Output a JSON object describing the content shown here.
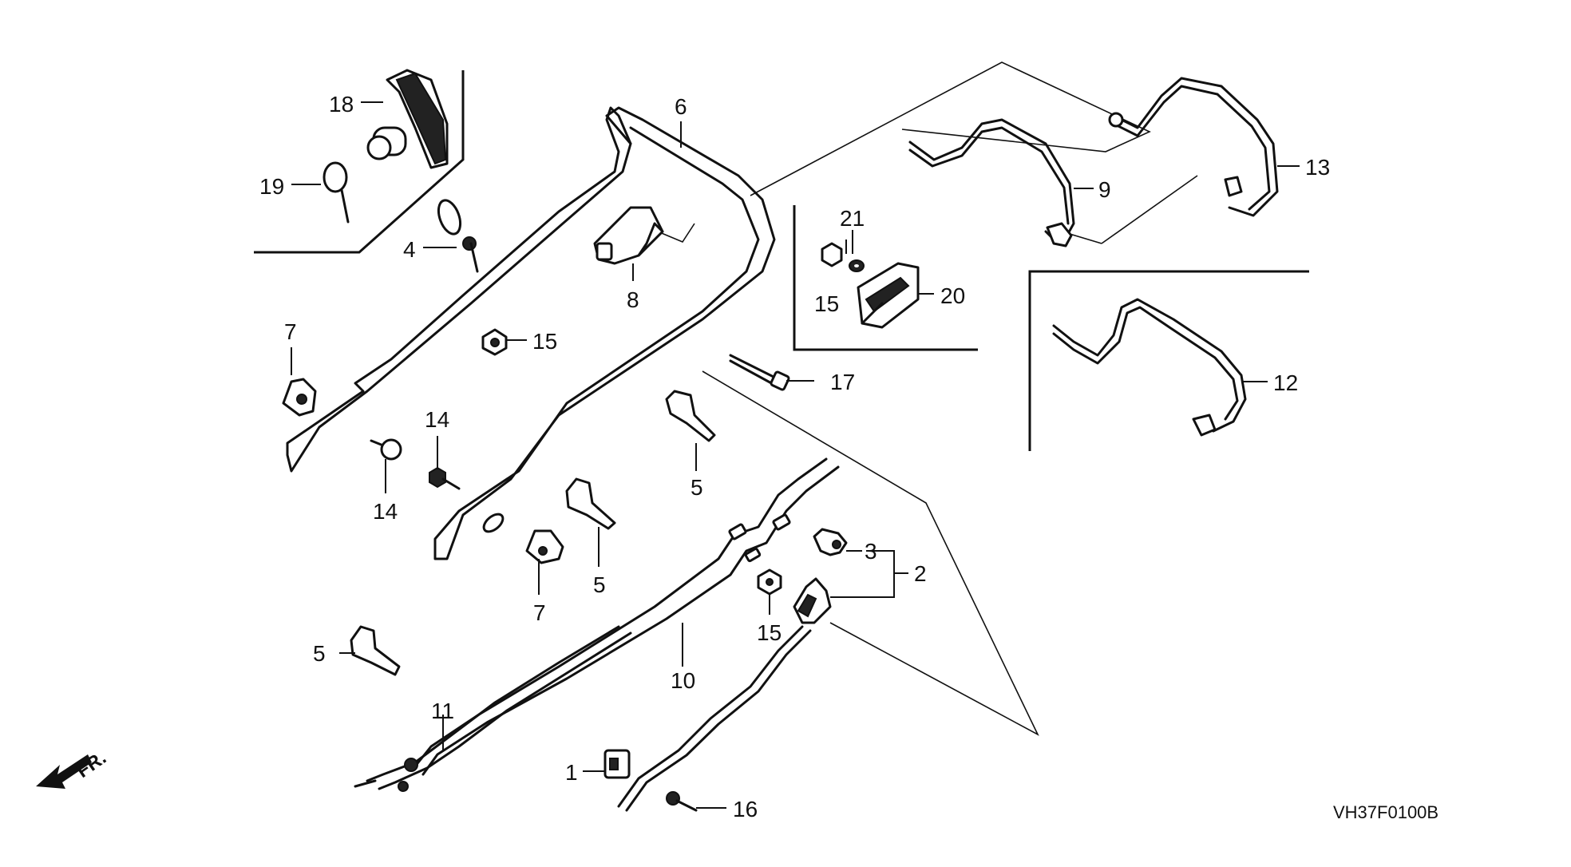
{
  "diagram": {
    "code": "VH37F0100B",
    "front_label": "FR.",
    "callouts": {
      "c1": "1",
      "c2": "2",
      "c3": "3",
      "c4": "4",
      "c5a": "5",
      "c5b": "5",
      "c5c": "5",
      "c6": "6",
      "c7a": "7",
      "c7b": "7",
      "c8": "8",
      "c9": "9",
      "c10": "10",
      "c11": "11",
      "c12": "12",
      "c13": "13",
      "c14a": "14",
      "c14b": "14",
      "c15a": "15",
      "c15b": "15",
      "c15c": "15",
      "c16": "16",
      "c17": "17",
      "c18": "18",
      "c19": "19",
      "c20": "20",
      "c21": "21"
    }
  }
}
